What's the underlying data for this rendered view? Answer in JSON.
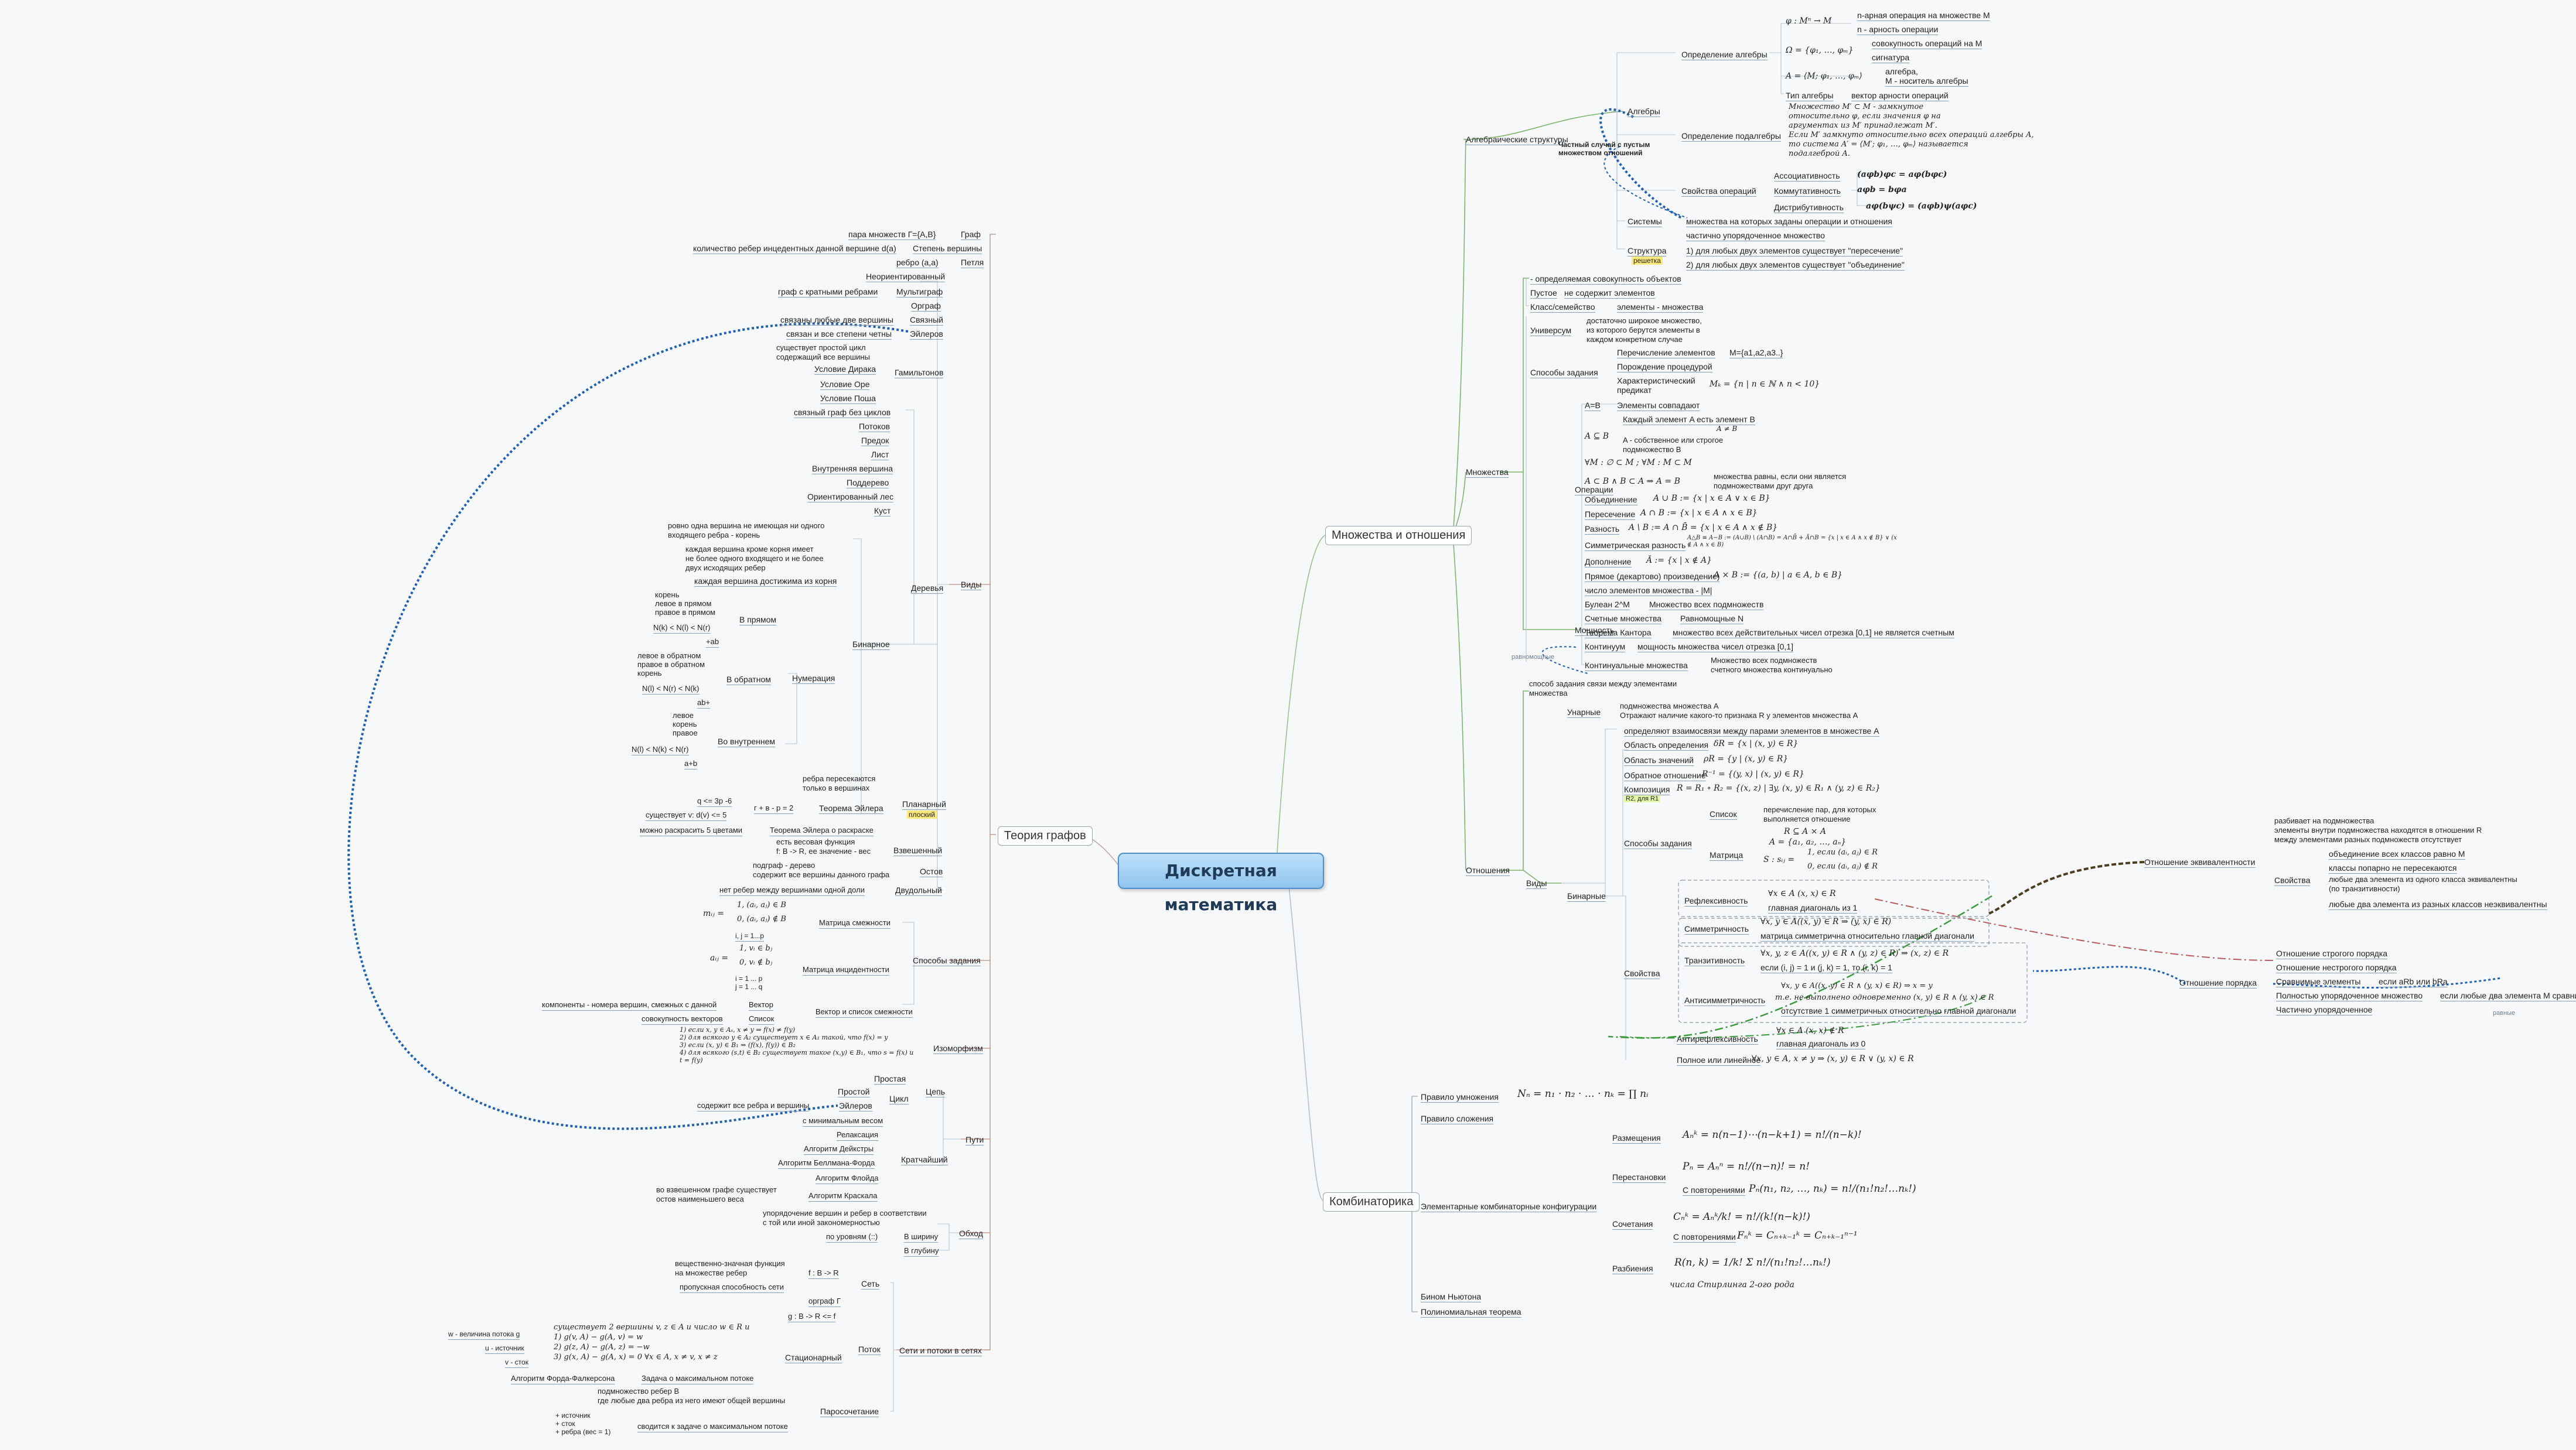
{
  "central": "Дискретная математика",
  "branches": {
    "sets": "Множества и отношения",
    "graphs": "Теория графов",
    "combinatorics": "Комбинаторика"
  },
  "algebra": {
    "header": "Алгебраические структуры",
    "algebras": "Алгебры",
    "def_algebra": "Определение алгебры",
    "phi": "φ : Mⁿ → M",
    "n_ary": "n-арная операция на множестве M",
    "n_arity": "n - арность операции",
    "omega": "Ω = {φ₁, …, φₘ}",
    "ops_on_M": "совокупность операций на M",
    "signature": "сигнатура",
    "A_def": "A = ⟨M; φ₁, …, φₘ⟩",
    "algebra_word": "алгебра,",
    "carrier": "M - носитель алгебры",
    "type": "Тип алгебры",
    "arity_vector": "вектор арности операций",
    "def_subalgebra": "Определение подалгебры",
    "sub_1": "Множество M′ ⊂ M - замкнутое",
    "sub_2": "относительно φ, если значения φ на",
    "sub_3": "аргументах из M′ принадлежат M′.",
    "sub_4": "Если M′ замкнуто относительно всех операций алгебры A,",
    "sub_5": "то система A′ = ⟨M′; φ₁, …, φₘ⟩ называется",
    "sub_6": "подалгеброй A.",
    "props": "Свойства операций",
    "assoc": "Ассоциативность",
    "assoc_f": "(aφb)φc = aφ(bφc)",
    "comm": "Коммутативность",
    "comm_f": "aφb = bφa",
    "distr": "Дистрибутивность",
    "distr_f": "aφ(bψc) = (aφb)ψ(aφc)",
    "special": "Частный случай с пустым",
    "special2": "множеством отношений",
    "systems": "Системы",
    "systems_def": "множества на которых заданы операции и отношения",
    "structure": "Структура",
    "partial": "частично упорядоченное множество",
    "lattice": "решетка",
    "lat1": "1) для любых двух элементов существует \"пересечение\"",
    "lat2": "2) для любых двух элементов существует \"объединение\""
  },
  "sets": {
    "header": "Множества",
    "def": "- определяемая совокупность объектов",
    "empty": "Пустое",
    "empty_d": "не содержит элементов",
    "class": "Класс/семейство",
    "class_d": "элементы - множества",
    "universe": "Универсум",
    "u1": "достаточно широкое множество,",
    "u2": "из которого берутся элементы в",
    "u3": "каждом конкретном случае",
    "ways": "Способы задания",
    "enum": "Перечисление элементов",
    "enum_f": "M={a1,a2,a3..}",
    "proc": "Порождение процедурой",
    "pred1": "Характеристический",
    "pred2": "предикат",
    "pred_f": "Mₖ = {n | n ∈ ℕ ∧ n < 10}",
    "ops": "Операции",
    "eq": "A=B",
    "eq_d": "Элементы совпадают",
    "subset": "A ⊆ B",
    "sub_each": "Каждый элемент A есть элемент B",
    "A_ne_B": "A ≠ B",
    "proper1": "A - собственное или строгое",
    "proper2": "подмножество B",
    "forall_M": "∀M : ∅ ⊂ M ; ∀M : M ⊂ M",
    "both": "A ⊂ B ∧ B ⊂ A ⇒ A = B",
    "both_d1": "множества равны, если они является",
    "both_d2": "подмножествами друг друга",
    "union": "Объединение",
    "union_f": "A ∪ B := {x | x ∈ A ∨ x ∈ B}",
    "inter": "Пересечение",
    "inter_f": "A ∩ B := {x | x ∈ A ∧ x ∈ B}",
    "diff": "Разность",
    "diff_f": "A \\ B := A ∩ B̄ = {x | x ∈ A ∧ x ∉ B}",
    "sym": "Симметрическая разность",
    "sym_f": "A△B ≡ A−B := (A∪B) \\ (A∩B) = A∩B̄ + Ā∩B = {x | x ∈ A ∧ x ∉ B} ∨ (x ∉ A ∧ x ∈ B)",
    "compl": "Дополнение",
    "compl_f": "Ā := {x | x ∉ A}",
    "prod": "Прямое (декартово) произведение)",
    "prod_f": "A × B := {(a, b) | a ∈ A, b ∈ B}",
    "power": "Мощность",
    "card": "число элементов множества - |M|",
    "bool": "Булеан 2^M",
    "bool_d": "Множество всех подмножеств",
    "countable": "Счетные множества",
    "countable_d": "Равномощные N",
    "cantor": "Теорема Кантора",
    "cantor_d": "множество всех действительных чисел отрезка [0,1] не является счетным",
    "continuum": "Континуум",
    "continuum_d": "мощность множества чисел отрезка [0,1]",
    "cont_sets": "Континуальные множества",
    "cont1": "Множество всех подмножеств",
    "cont2": "счетного множества континуально",
    "equi": "равномощные"
  },
  "rel": {
    "header": "Отношения",
    "def1": "способ задания связи между элементами",
    "def2": "множества",
    "types": "Виды",
    "unary": "Унарные",
    "un1": "подмножества множества А",
    "un2": "Отражают наличие какого-то признака R у элементов множества А",
    "binary": "Бинарные",
    "bin_d": "определяют взаимосвязи между парами элементов в множестве А",
    "domain": "Область определения",
    "domain_f": "δR = {x | (x, y) ∈ R}",
    "range": "Область значений",
    "range_f": "ρR = {y | (x, y) ∈ R}",
    "inverse": "Обратное отношение",
    "inverse_f": "R⁻¹ = {(y, x) | (x, y) ∈ R}",
    "compos": "Композиция",
    "compos_f": "R = R₁ ∘ R₂ = {(x, z) | ∃y, (x, y) ∈ R₁ ∧ (y, z) ∈ R₂}",
    "r2r1": "R2, для R1",
    "ways": "Способы задания",
    "list": "Список",
    "list1": "перечисление пар, для которых",
    "list2": "выполняется отношение",
    "matrix": "Матрица",
    "mat_subset": "R ⊆ A × A",
    "mat_A": "A = {a₁, a₂, …, aₙ}",
    "mat_S": "S : sᵢⱼ =",
    "mat_1": "1, если (aᵢ, aⱼ) ∈ R",
    "mat_0": "0, если (aᵢ, aⱼ) ∉ R",
    "props": "Свойства",
    "refl": "Рефлексивность",
    "refl_f": "∀x ∈ A (x, x) ∈ R",
    "refl_d": "главная диагональ из 1",
    "symm": "Симметричность",
    "symm_f": "∀x, y ∈ A((x, y) ∈ R ⇒ (y, x) ∈ R)",
    "symm_d": "матрица симметрична относительно главной диагонали",
    "trans": "Транзитивность",
    "trans_f": "∀x, y, z ∈ A((x, y) ∈ R ∧ (y, z) ∈ R) ⇒ (x, z) ∈ R",
    "trans_d": "если (i, j) = 1 и (j, k) = 1, то (i, k) = 1",
    "antisym": "Антисимметричность",
    "antisym_f1": "∀x, y ∈ A((x, y) ∈ R ∧ (y, x) ∈ R) ⇒ x = y",
    "antisym_f2": "т.е. не выполнено одновременно (x, y) ∈ R ∧ (y, x) ∈ R",
    "antisym_d": "отсутствие 1 симметричных относительно главной диагонали",
    "antirefl": "Антирефлексивность",
    "antirefl_f": "∀x ∈ A (x, x) ∉ R",
    "antirefl_d": "главная диагональ из 0",
    "total": "Полное или линейное",
    "total_f": "∀x, y ∈ A, x ≠ y ⇒ (x, y) ∈ R ∨ (y, x) ∈ R",
    "equiv": "Отношение эквивалентности",
    "eq1": "разбивает на подмножества",
    "eq2": "элементы внутри подмножества находятся в отношении R",
    "eq3": "между элементами разных подмножеств отсутствует",
    "eq_props": "Свойства",
    "eqp1": "объединение всех классов равно М",
    "eqp2": "классы попарно не пересекаются",
    "eqp3": "любые два элемента из одного класса эквивалентны",
    "eqp3b": "(по транзитивности)",
    "eqp4": "любые два элемента из разных классов неэквивалентны",
    "order": "Отношение порядка",
    "ord1": "Отношение строгого порядка",
    "ord2": "Отношение нестрогого порядка",
    "ord3": "Сравнимые элементы",
    "ord3d": "если aRb или bRa",
    "ord4": "Полностью упорядоченное множество",
    "ord4d": "если любые два элемента М сравнимы",
    "ord5": "Частично упорядоченное",
    "equal_note": "равные"
  },
  "comb": {
    "mult": "Правило умножения",
    "mult_f": "Nₙ = n₁ · n₂ · … · nₖ = ∏ nᵢ",
    "sum": "Правило сложения",
    "elem": "Элементарные комбинаторные конфигурации",
    "place": "Размещения",
    "place_f": "Aₙᵏ = n(n−1)⋯(n−k+1) = n!/(n−k)!",
    "perm": "Перестановки",
    "perm_f": "Pₙ = Aₙⁿ = n!/(n−n)! = n!",
    "perm_rep": "С повторениями",
    "perm_rep_f": "Pₙ(n₁, n₂, …, nₖ) = n!/(n₁!n₂!…nₖ!)",
    "comb": "Сочетания",
    "comb_f": "Cₙᵏ = Aₙᵏ/k! = n!/(k!(n−k)!)",
    "comb_rep": "С повторениями",
    "comb_rep_f": "Fₙᵏ = Cₙ₊ₖ₋₁ᵏ = Cₙ₊ₖ₋₁ⁿ⁻¹",
    "split": "Разбиения",
    "split_f": "R(n, k) = 1/k! Σ n!/(n₁!n₂!…nₖ!)",
    "stirling": "числа Стирлинга 2-ого рода",
    "newton": "Бином Ньютона",
    "poly": "Полиномиальная теорема"
  },
  "graphs": {
    "pair": "пара множеств Г={A,B}",
    "graph": "Граф",
    "degcount": "количество ребер инцедентных данной вершине d(a)",
    "degree": "Степень вершины",
    "edge_aa": "ребро (a,a)",
    "loop": "Петля",
    "types": "Виды",
    "undirected": "Неориентированный",
    "multi_d": "граф с кратными ребрами",
    "multi": "Мультиграф",
    "digraph": "Орграф",
    "conn_d": "связаны любые две вершины",
    "connected": "Связный",
    "euler_d": "связан и все степени четны",
    "eulerian": "Эйлеров",
    "ham1": "существует простой цикл",
    "ham2": "содержащий все вершины",
    "hamilton": "Гамильтонов",
    "dirac": "Условие Дирака",
    "ore": "Условие Оре",
    "posa": "Условие Поша",
    "acyclic": "связный граф без циклов",
    "trees": "Деревья",
    "flow": "Потоков",
    "pred": "Предок",
    "leaf": "Лист",
    "inner": "Внутренняя вершина",
    "subtree": "Поддерево",
    "oriented": "Ориентированный лес",
    "bush": "Куст",
    "tree_d1": "ровно одна вершина не имеющая ни одного",
    "tree_d2": "входящего ребра - корень",
    "tree_d3": "каждая вершина кроме корня имеет",
    "tree_d4": "не более одного входящего и не более",
    "tree_d5": "двух исходящих ребер",
    "tree_d6": "каждая вершина достижима из корня",
    "binary": "Бинарное",
    "numbering": "Нумерация",
    "direct": "В прямом",
    "direct_d1": "корень",
    "direct_d2": "левое в прямом",
    "direct_d3": "правое в прямом",
    "direct_f": "N(k) < N(l) < N(r)",
    "direct_e": "+ab",
    "reverse": "В обратном",
    "rev_d1": "левое в обратном",
    "rev_d2": "правое в обратном",
    "rev_d3": "корень",
    "rev_f": "N(l) < N(r) < N(k)",
    "rev_e": "ab+",
    "internal": "Во внутреннем",
    "int_d1": "левое",
    "int_d2": "корень",
    "int_d3": "правое",
    "int_f": "N(l) < N(k) < N(r)",
    "int_e": "a+b",
    "planar": "Планарный",
    "planar_d1": "ребра пересекаются",
    "planar_d2": "только в вершинах",
    "flat": "плоский",
    "euler_th": "Теорема Эйлера",
    "euler_f": "г + в - р = 2",
    "q1": "q <= 3p -6",
    "q2": "существует v: d(v) <= 5",
    "five": "можно раскрасить 5 цветами",
    "euler_col": "Теорема Эйлера о раскраске",
    "weighted": "Взвешенный",
    "w1": "есть весовая функция",
    "w2": "f: В -> R, ее значение - вес",
    "span": "Остов",
    "span1": "подграф - дерево",
    "span2": "содержит все вершины данного графа",
    "bip": "Двудольный",
    "bip_d": "нет ребер между вершинами одной доли",
    "ways": "Способы задания",
    "adj": "Матрица смежности",
    "adj_f1": "1,  (aᵢ, aⱼ) ∈ B",
    "adj_f2": "0,  (aᵢ, aⱼ) ∉ B",
    "mij": "mᵢⱼ =",
    "adj_r": "i, j = 1...p",
    "inc": "Матрица инцидентности",
    "inc_f1": "1,  vᵢ ∈ bⱼ",
    "inc_f2": "0,  vᵢ ∉ bⱼ",
    "aij": "aᵢⱼ =",
    "inc_r1": "i = 1 ... p",
    "inc_r2": "j = 1 ... q",
    "vec": "Вектор",
    "vec_d": "компоненты - номера вершин, смежных с данной",
    "list": "Список",
    "list_d": "совокупность векторов",
    "veclist": "Вектор и список смежности",
    "iso": "Изоморфизм",
    "iso1": "1) если x, y ∈ Aₛ, x ≠ y ⇒ f(x) ≠ f(y)",
    "iso2": "2) для всякого y ∈ A₂ существует x ∈ A₁ такой, что f(x) = y",
    "iso3": "3) если (x, y) ∈ B₁ ⇒ (f(x), f(y)) ∈ B₂",
    "iso4": "4) для всякого (s,t) ∈ B₂ существует такое (x,y) ∈ B₁, что s = f(x) и",
    "iso5": "t = f(y)",
    "paths": "Пути",
    "simple": "Простая",
    "chain": "Цепь",
    "cycle": "Цикл",
    "simple_c": "Простой",
    "euler_c": "Эйлеров",
    "euler_cd": "содержит все ребра и вершины",
    "minw": "с минимальным весом",
    "shortest": "Кратчайший",
    "relax": "Релаксация",
    "dijkstra": "Алгоритм Дейкстры",
    "bellman": "Алгоритм Беллмана-Форда",
    "floyd": "Алгоритм Флойда",
    "kruskal": "Алгоритм Краскала",
    "kr1": "во взвешенном графе существует",
    "kr2": "остов наименьшего веса",
    "traversal": "Обход",
    "tr1": "упорядочение вершин и ребер в соответствии",
    "tr2": "с той или иной закономерностью",
    "bfs_d": "по уровням (::)",
    "bfs": "В ширину",
    "dfs": "В глубину",
    "nets": "Сети и потоки в сетях",
    "net": "Сеть",
    "net1": "вещественно-значная функция",
    "net2": "на множестве ребер",
    "cap": "пропускная способность сети",
    "net_f": "f : B -> R",
    "orgraph": "орграф Г",
    "flowf": "g : B -> R <= f",
    "flow_n": "Поток",
    "st": "Стационарный",
    "st1": "существует 2 вершины v, z ∈ A и число w ∈ R и",
    "st2": "1) g(v, A) − g(A, v) = w",
    "st3": "2) g(z, A) − g(A, z) = −w",
    "st4": "3) g(x, A) − g(A, x) = 0  ∀x ∈ A, x ≠ v, x ≠ z",
    "w_d": "w - величина потока g",
    "u_d": "u - источник",
    "v_d": "v - сток",
    "ff": "Алгоритм Форда-Фалкерсона",
    "maxflow": "Задача о максимальном потоке",
    "match": "Паросочетание",
    "m1": "подмножество ребер B",
    "m2": "где любые два ребра из него имеют общей вершины",
    "m3": "+ источник",
    "m4": "+ сток",
    "m5": "+ ребра (вес = 1)",
    "m6": "сводится к задаче о максимальном потоке"
  },
  "colors": {
    "edge_sets": "#7fb46e",
    "edge_graph": "#c4a092",
    "edge_comb": "#aab8c6",
    "link_blue": "#1f5fb3",
    "link_green": "#3e9a3e",
    "link_dark": "#4b3d20",
    "link_red": "#b85b5b"
  }
}
